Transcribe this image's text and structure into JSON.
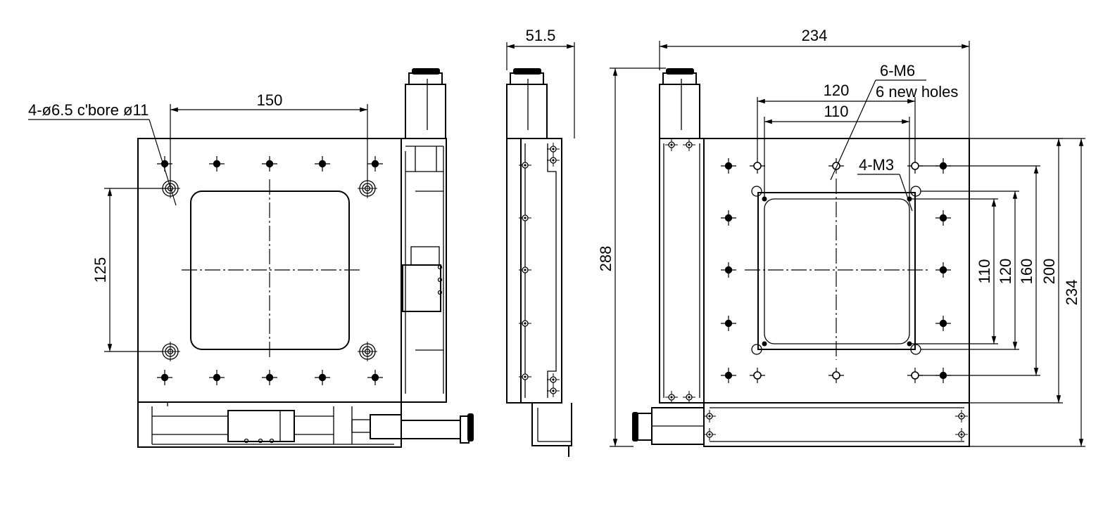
{
  "front_view": {
    "dim_hole_spacing_x": "150",
    "dim_hole_spacing_y": "125",
    "label_counterbore": "4-ø6.5 c'bore ø11"
  },
  "side_view": {
    "dim_height": "51.5"
  },
  "top_view": {
    "dim_overall_width": "234",
    "dim_overall_length": "288",
    "dim_right_234": "234",
    "dim_120_h": "120",
    "dim_110_h": "110",
    "dim_110_v": "110",
    "dim_120_v": "120",
    "dim_160_v": "160",
    "dim_200_v": "200",
    "label_m6": "6-M6",
    "label_new_holes": "6 new holes",
    "label_m3": "4-M3"
  },
  "colors": {
    "line": "#000000",
    "background": "#ffffff"
  }
}
